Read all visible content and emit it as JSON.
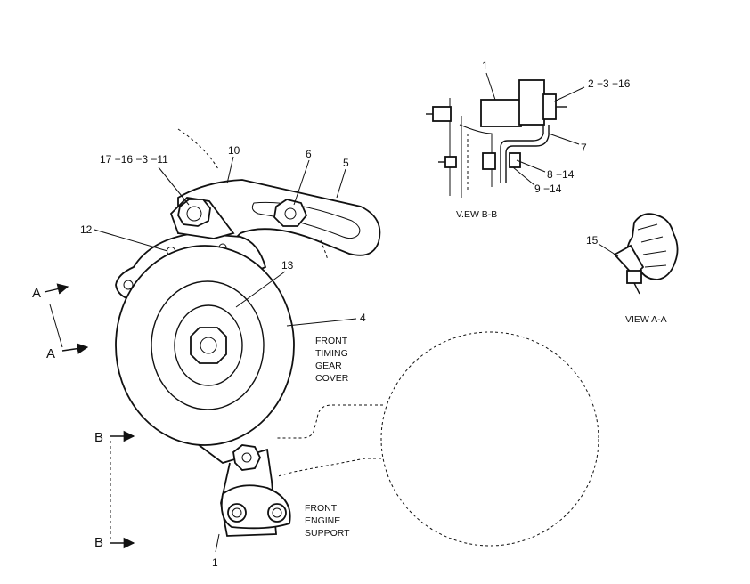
{
  "callouts": {
    "c1_top": "1",
    "c2_3_16": "2 −3 −16",
    "c7": "7",
    "c8_14": "8 −14",
    "c9_14": "9 −14",
    "c17_16_3_11": "17 −16 −3 −11",
    "c10": "10",
    "c6": "6",
    "c5": "5",
    "c12": "12",
    "c13": "13",
    "c4": "4",
    "c15": "15",
    "c1_bottom": "1"
  },
  "labels": {
    "view_bb": "V.EW  B-B",
    "view_aa": "VIEW  A-A",
    "front_timing_1": "FRONT",
    "front_timing_2": "TIMING",
    "front_timing_3": "GEAR",
    "front_timing_4": "COVER",
    "front_engine_1": "FRONT",
    "front_engine_2": "ENGINE",
    "front_engine_3": "SUPPORT"
  },
  "section_markers": {
    "a_upper": "A",
    "a_lower": "A",
    "b_upper": "B",
    "b_lower": "B"
  }
}
